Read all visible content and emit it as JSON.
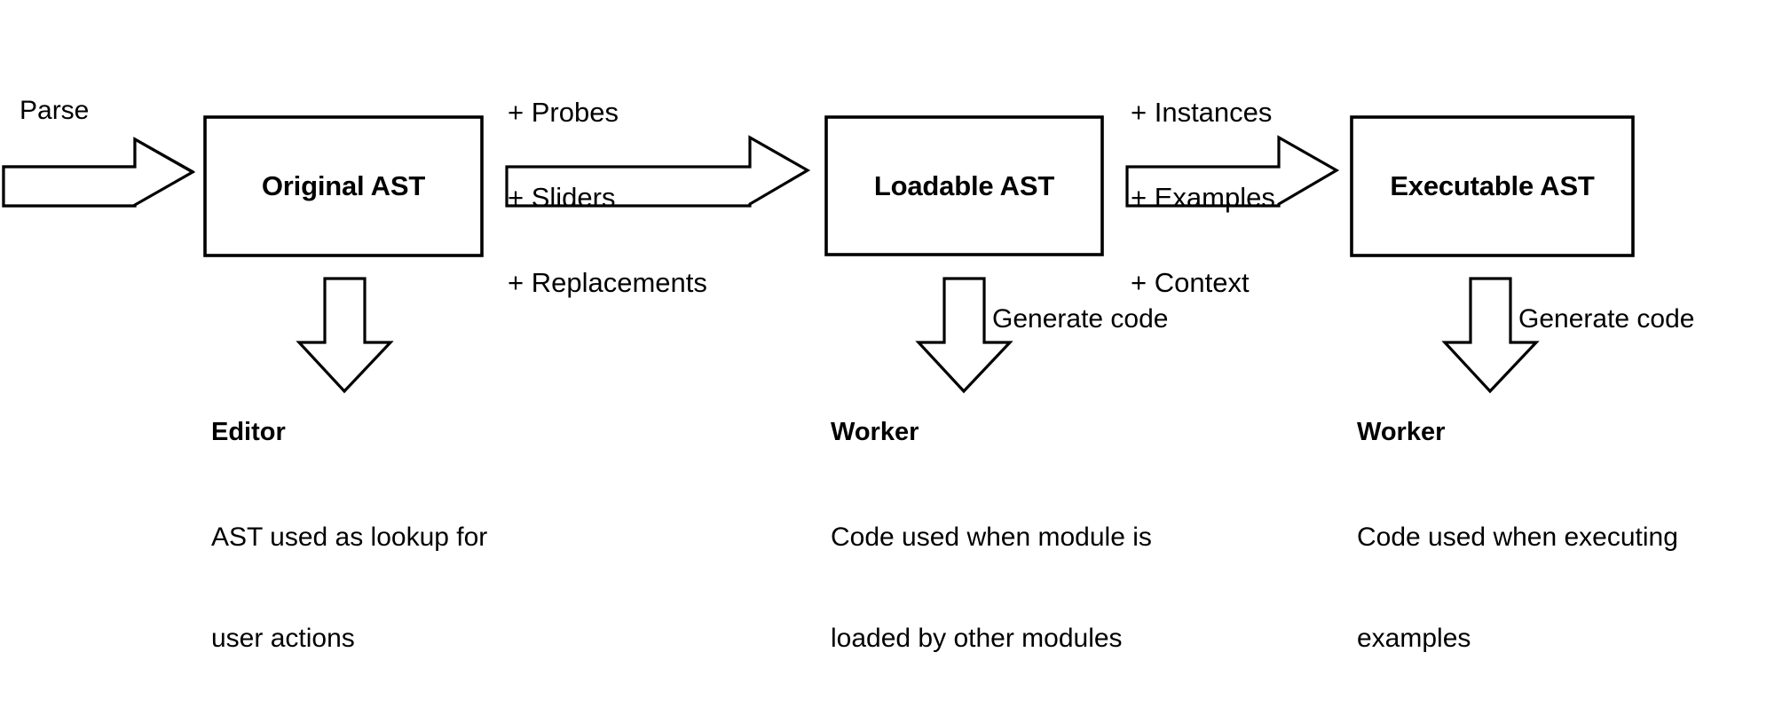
{
  "diagram": {
    "title": "AST pipeline: Original AST to Loadable AST to Executable AST",
    "background_color": "#ffffff",
    "stroke_color": "#000000",
    "stages": [
      {
        "id": "original",
        "label": "Original AST"
      },
      {
        "id": "loadable",
        "label": "Loadable AST"
      },
      {
        "id": "executable",
        "label": "Executable AST"
      }
    ],
    "flow_arrows": [
      {
        "id": "parse-arrow",
        "direction": "right",
        "label": "Parse",
        "label_lines": [
          "Parse"
        ]
      },
      {
        "id": "original-to-loadable-arrow",
        "direction": "right",
        "label_lines": [
          "+ Probes",
          "+ Sliders",
          "+ Replacements"
        ]
      },
      {
        "id": "loadable-to-executable-arrow",
        "direction": "right",
        "label_lines": [
          "+ Instances",
          "+ Examples",
          "+ Context"
        ]
      }
    ],
    "down_arrows": [
      {
        "id": "original-down-arrow",
        "direction": "down",
        "label": ""
      },
      {
        "id": "loadable-down-arrow",
        "direction": "down",
        "label": "Generate code"
      },
      {
        "id": "executable-down-arrow",
        "direction": "down",
        "label": "Generate code"
      }
    ],
    "captions": [
      {
        "id": "editor-caption",
        "title": "Editor",
        "lines": [
          "AST used as lookup for",
          "user actions"
        ]
      },
      {
        "id": "worker-loadable-caption",
        "title": "Worker",
        "lines": [
          "Code used when module is",
          "loaded by other modules"
        ]
      },
      {
        "id": "worker-executable-caption",
        "title": "Worker",
        "lines": [
          "Code used when executing",
          "examples"
        ]
      }
    ]
  }
}
